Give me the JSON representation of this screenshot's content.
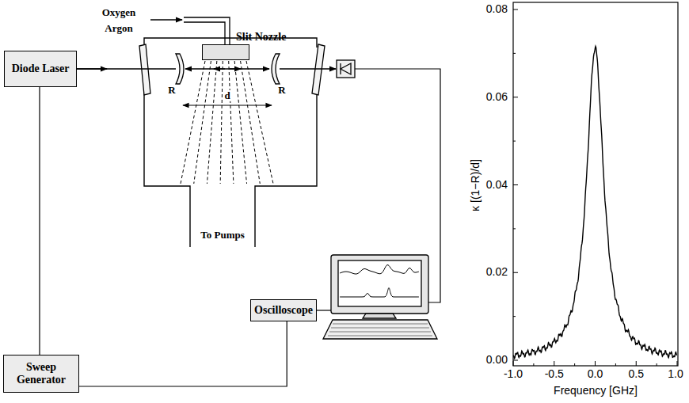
{
  "diagram": {
    "nodes": [
      {
        "text": [
          "Slit Nozzle"
        ]
      },
      {
        "text": [
          "Diode Laser"
        ]
      },
      {
        "text": [
          "Oscilloscope"
        ]
      },
      {
        "text": [
          "Sweep Generator"
        ]
      }
    ],
    "edges": [
      {
        "from": 1,
        "to": 3,
        "arrow": "none"
      },
      {
        "from": 3,
        "to": 2,
        "arrow": "none"
      }
    ],
    "labels": [
      "Oxygen",
      "Argon",
      "R",
      "R",
      "d",
      "To Pumps",
      "0.08",
      "0.06",
      "0.04",
      "0.02",
      "0.00",
      "-1.0",
      "-0.5",
      "0.0",
      "0.5",
      "1.0",
      "κ [(1−R)/d]",
      "Frequency [GHz]"
    ]
  }
}
